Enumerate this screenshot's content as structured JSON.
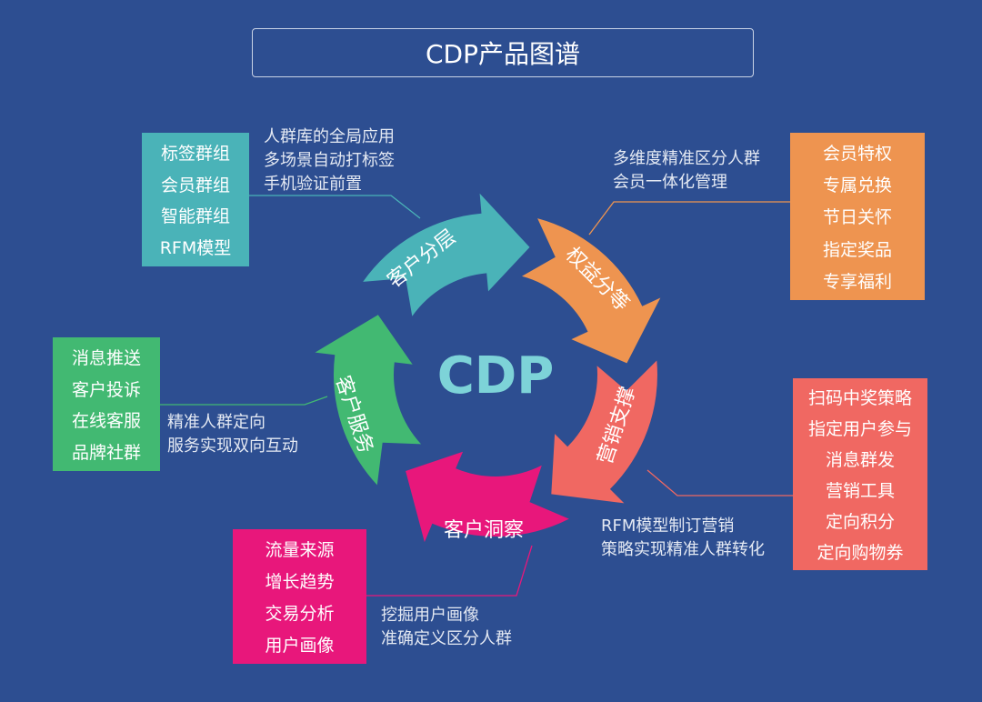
{
  "title": "CDP产品图谱",
  "center": "CDP",
  "colors": {
    "bg": "#2d4e91",
    "teal": "#4ab3b8",
    "orange": "#ee9450",
    "red": "#f06862",
    "magenta": "#e8177b",
    "green": "#42b972",
    "center": "#7dd3d8"
  },
  "arrows": [
    {
      "label": "客户分层",
      "color": "#4ab3b8"
    },
    {
      "label": "权益分等",
      "color": "#ee9450"
    },
    {
      "label": "营销支撑",
      "color": "#f06862"
    },
    {
      "label": "客户洞察",
      "color": "#e8177b"
    },
    {
      "label": "客户服务",
      "color": "#42b972"
    }
  ],
  "boxes": {
    "teal": [
      "标签群组",
      "会员群组",
      "智能群组",
      "RFM模型"
    ],
    "orange": [
      "会员特权",
      "专属兑换",
      "节日关怀",
      "指定奖品",
      "专享福利"
    ],
    "red": [
      "扫码中奖策略",
      "指定用户参与",
      "消息群发",
      "营销工具",
      "定向积分",
      "定向购物券"
    ],
    "magenta": [
      "流量来源",
      "增长趋势",
      "交易分析",
      "用户画像"
    ],
    "green": [
      "消息推送",
      "客户投诉",
      "在线客服",
      "品牌社群"
    ]
  },
  "notes": {
    "teal": [
      "人群库的全局应用",
      "多场景自动打标签",
      "手机验证前置"
    ],
    "orange": [
      "多维度精准区分人群",
      "会员一体化管理"
    ],
    "red": [
      "RFM模型制订营销",
      "策略实现精准人群转化"
    ],
    "magenta": [
      "挖掘用户画像",
      "准确定义区分人群"
    ],
    "green": [
      "精准人群定向",
      "服务实现双向互动"
    ]
  }
}
